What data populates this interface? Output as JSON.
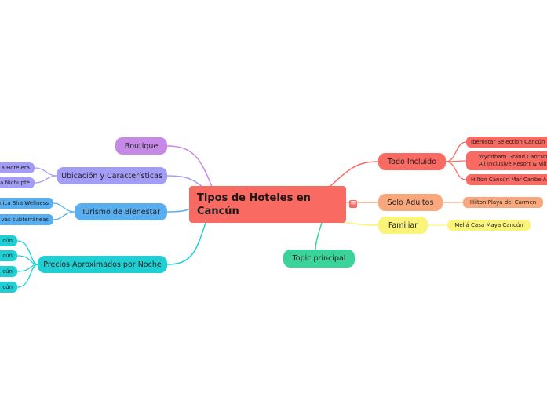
{
  "central": {
    "title": "Tipos de Hoteles en Cancún"
  },
  "collapse_icon": "≡",
  "left_topics": {
    "boutique": {
      "label": "Boutique",
      "color": "#c789e8"
    },
    "ubicacion": {
      "label": "Ubicación y Características",
      "color": "#a39df7",
      "children": [
        "a Hotelera",
        "a Nichupté"
      ]
    },
    "bienestar": {
      "label": "Turismo de Bienestar",
      "color": "#59aef0",
      "children": [
        "nica Sha Wellness",
        "vas subterráneas"
      ]
    },
    "precios": {
      "label": "Precios Aproximados por Noche",
      "color": "#1fcfd4",
      "children": [
        "cún",
        "cún",
        "cún",
        "cún"
      ]
    }
  },
  "right_topics": {
    "todo_incluido": {
      "label": "Todo Incluido",
      "color": "#f96a63",
      "children": [
        "Iberostar Selection Cancún",
        "Wyndham Grand Cancun All Inclusive Resort & Villas",
        "Hilton Cancún Mar Caribe All Inclusive"
      ]
    },
    "solo_adultos": {
      "label": "Solo Adultos",
      "color": "#f9a77d",
      "children": [
        "Hilton Playa del Carmen"
      ]
    },
    "familiar": {
      "label": "Familiar",
      "color": "#faf47a",
      "children": [
        "Meliá Casa Maya Cancún"
      ]
    }
  },
  "bottom_topic": {
    "label": "Topic principal",
    "color": "#3ad39a"
  }
}
